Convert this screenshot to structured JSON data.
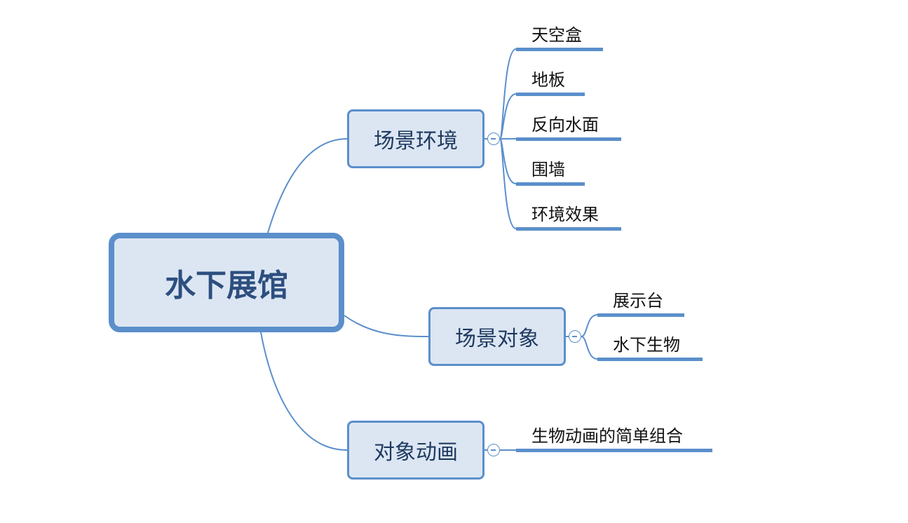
{
  "mindmap": {
    "root": {
      "label": "水下展馆"
    },
    "branches": [
      {
        "label": "场景环境",
        "children": [
          "天空盒",
          "地板",
          "反向水面",
          "围墙",
          "环境效果"
        ]
      },
      {
        "label": "场景对象",
        "children": [
          "展示台",
          "水下生物"
        ]
      },
      {
        "label": "对象动画",
        "children": [
          "生物动画的简单组合"
        ]
      }
    ]
  },
  "colors": {
    "node_fill": "#dce6f3",
    "node_border": "#5b8fcb",
    "connector": "#5b8fcb",
    "root_text": "#2d4f7f",
    "node_text": "#1f3a60"
  },
  "icons": {
    "collapse": "collapse-minus-icon"
  }
}
